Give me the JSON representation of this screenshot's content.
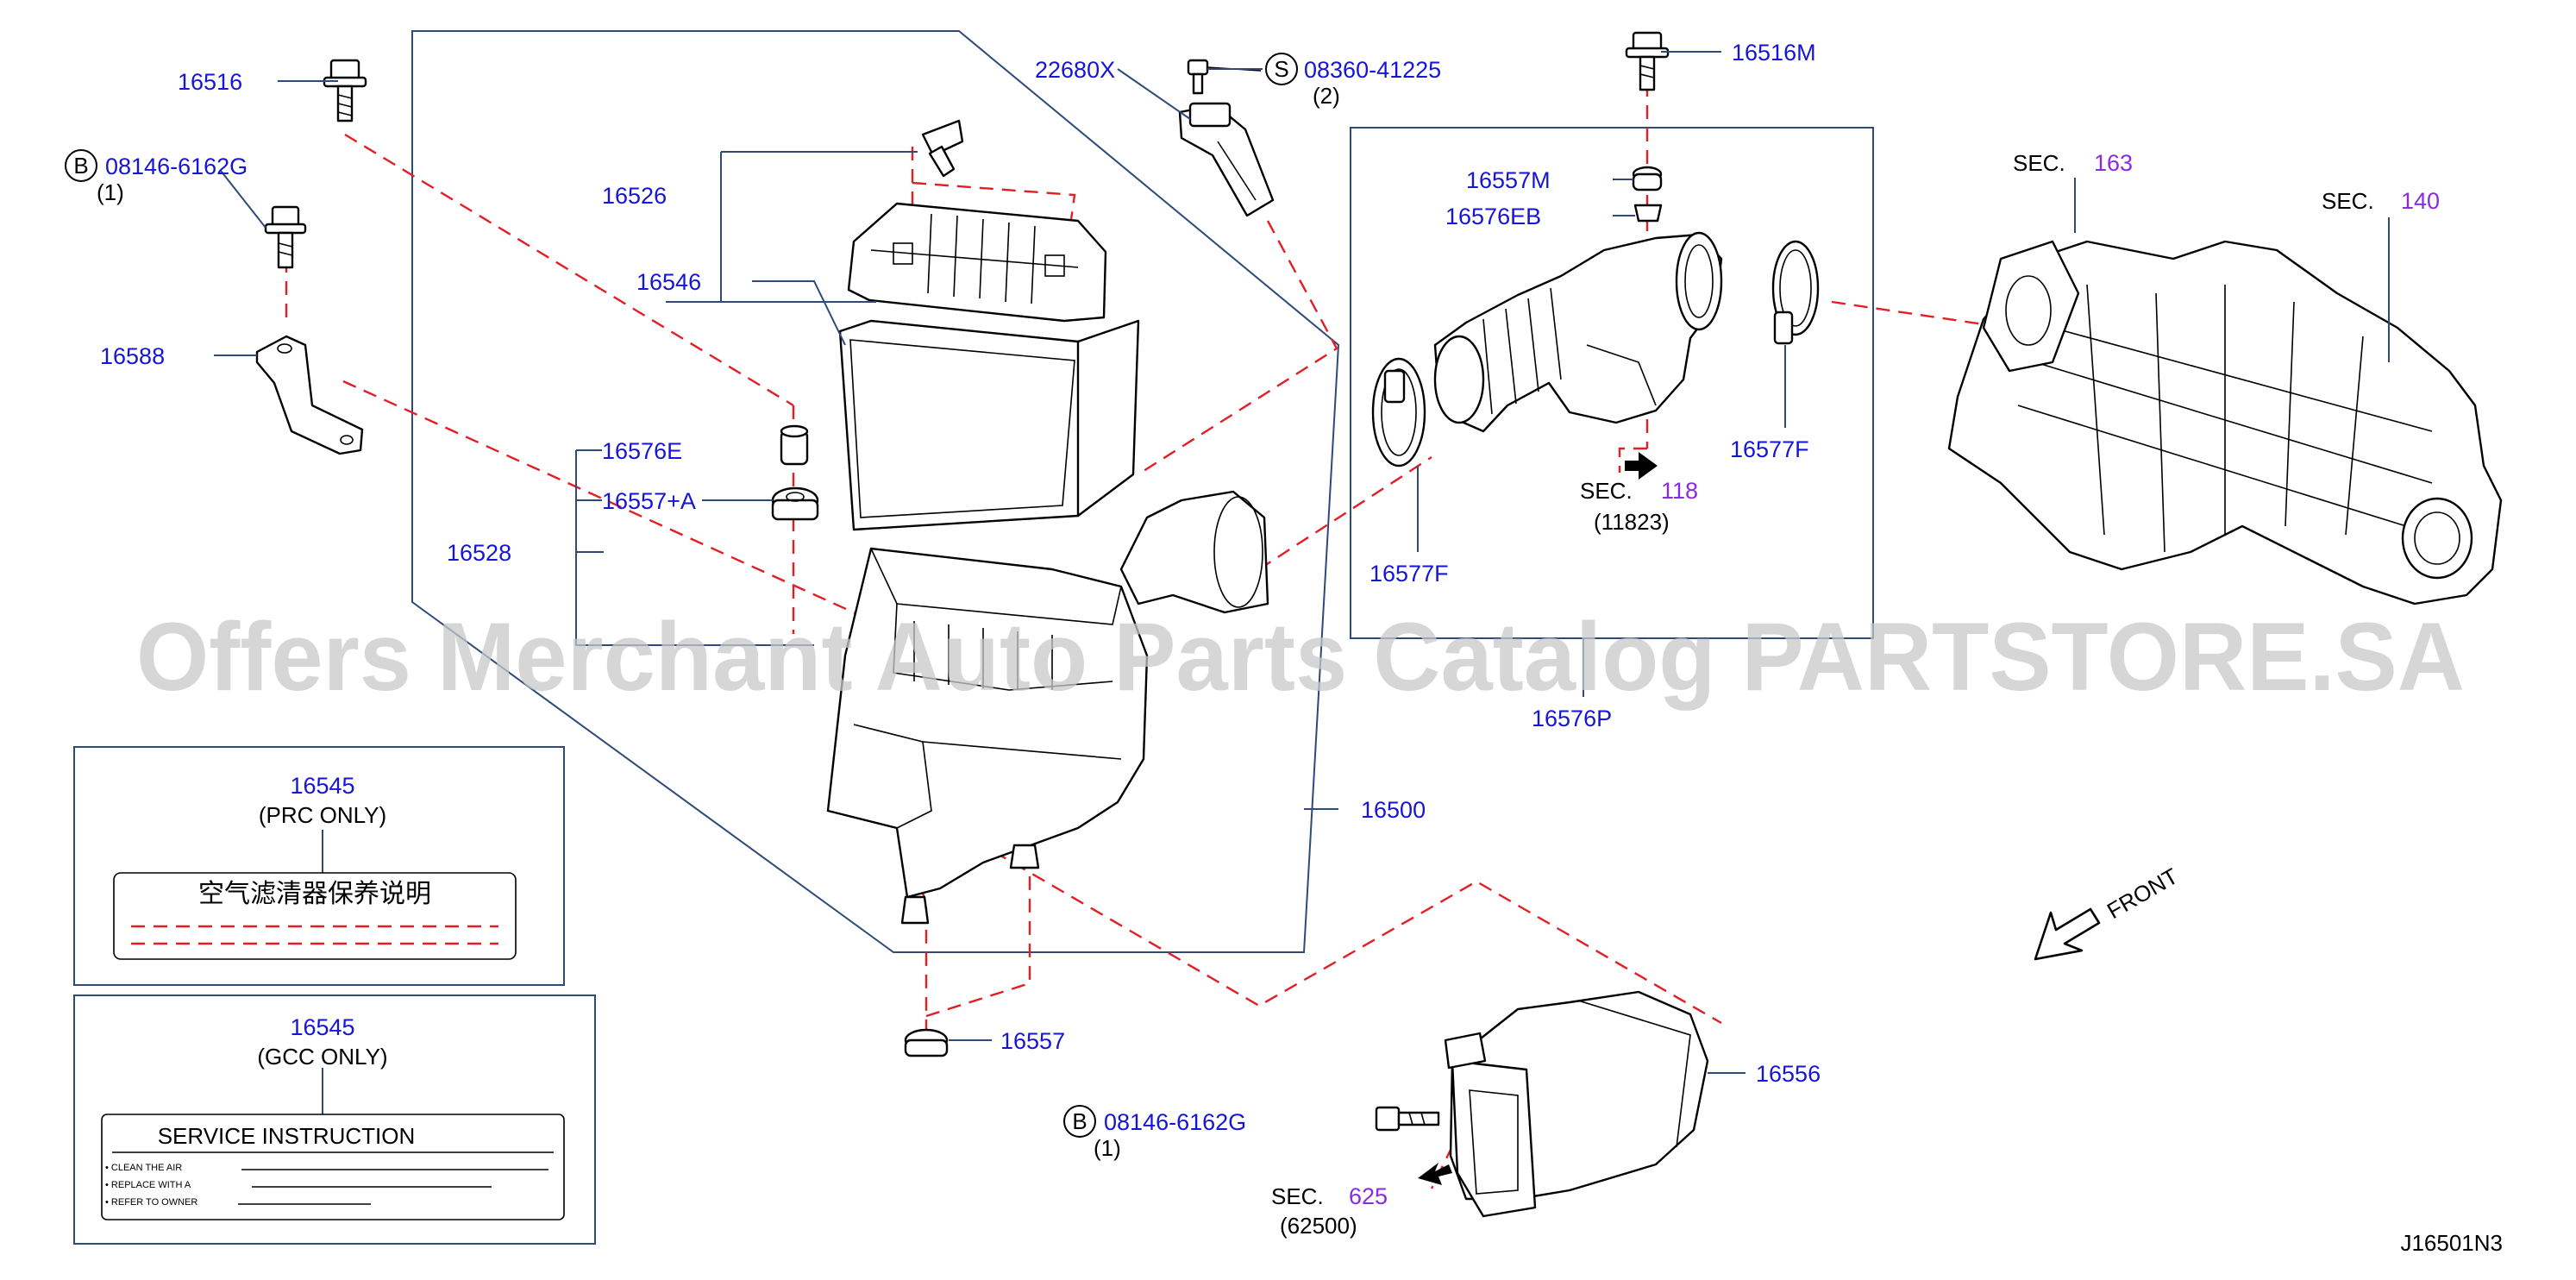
{
  "colors": {
    "part_number": "#1515d8",
    "section_number": "#8a2be2",
    "leader_line": "#2e4a7a",
    "dashed_line": "#e31e24",
    "watermark": "#c8c8c8",
    "text": "#000000"
  },
  "watermark": "Offers Merchant Auto Parts Catalog PARTSTORE.SA",
  "drawing_id": "J16501N3",
  "front_label": "FRONT",
  "parts": {
    "p16516": "16516",
    "p08146_top_code": "08146-6162G",
    "p08146_top_prefix": "B",
    "p08146_top_qty": "(1)",
    "p16588": "16588",
    "p16526": "16526",
    "p16546": "16546",
    "p16576E": "16576E",
    "p16557A": "16557+A",
    "p16528": "16528",
    "p22680X": "22680X",
    "p08360_prefix": "S",
    "p08360_code": "08360-41225",
    "p08360_qty": "(2)",
    "p16500": "16500",
    "p16557": "16557",
    "p16516M": "16516M",
    "p16557M": "16557M",
    "p16576EB": "16576EB",
    "p16577F_right": "16577F",
    "p16577F_left": "16577F",
    "p16576P": "16576P",
    "p16556": "16556",
    "p08146_bot_prefix": "B",
    "p08146_bot_code": "08146-6162G",
    "p08146_bot_qty": "(1)"
  },
  "sections": {
    "sec118_word": "SEC.",
    "sec118_num": "118",
    "sec118_sub": "(11823)",
    "sec163_word": "SEC.",
    "sec163_num": "163",
    "sec140_word": "SEC.",
    "sec140_num": "140",
    "sec625_word": "SEC.",
    "sec625_num": "625",
    "sec625_sub": "(62500)"
  },
  "labels": {
    "prc": {
      "part_number": "16545",
      "note": "(PRC   ONLY)",
      "text": "空气滤清器保养说明"
    },
    "gcc": {
      "part_number": "16545",
      "note": "(GCC   ONLY)",
      "title": "SERVICE   INSTRUCTION",
      "lines": [
        "• CLEAN    THE    AIR",
        "• REPLACE    WITH    A",
        "• REFER    TO    OWNER"
      ]
    }
  }
}
